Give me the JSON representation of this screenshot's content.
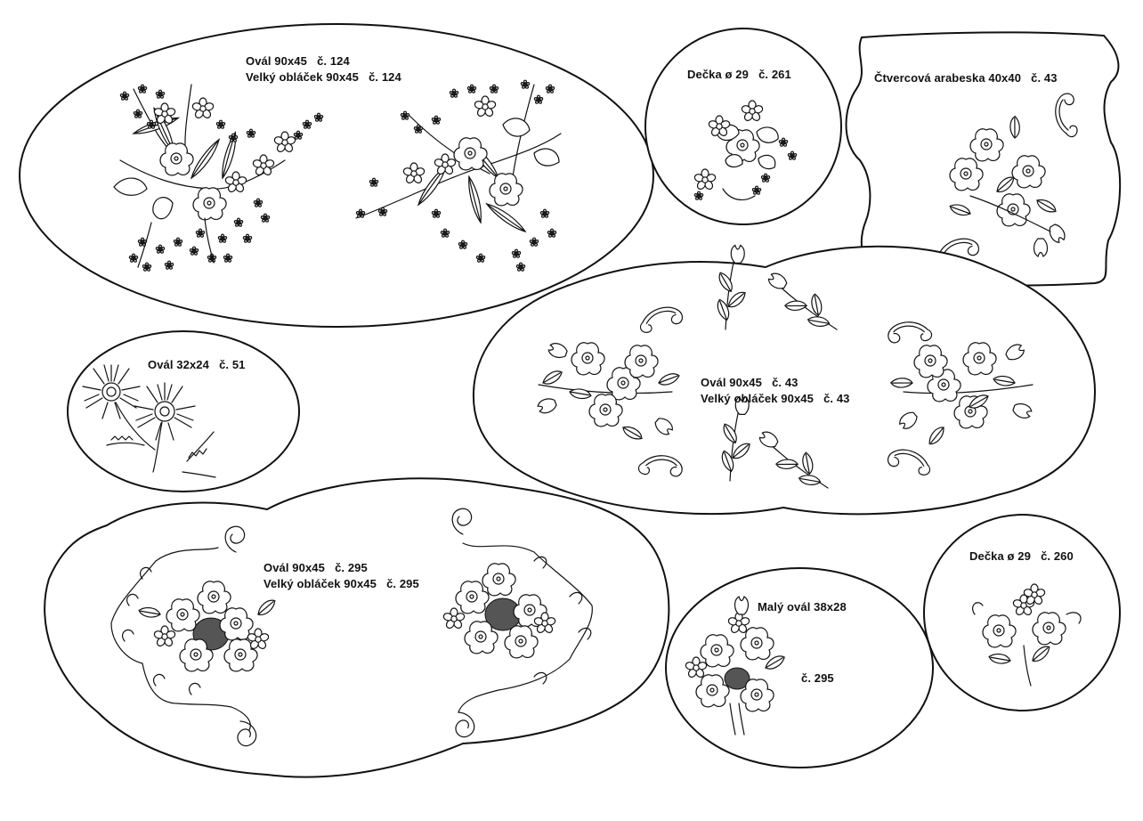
{
  "patterns": [
    {
      "id": "oval-124",
      "line1": "Ovál 90x45   č. 124",
      "line2": "Velký obláček 90x45   č. 124"
    },
    {
      "id": "decka-261",
      "line1": "Dečka ø 29   č. 261"
    },
    {
      "id": "arabeska-43",
      "line1": "Čtvercová arabeska 40x40   č. 43"
    },
    {
      "id": "oval-51",
      "line1": "Ovál 32x24   č. 51"
    },
    {
      "id": "oval-43",
      "line1": "Ovál 90x45   č. 43",
      "line2": "Velký obláček 90x45   č. 43"
    },
    {
      "id": "oval-295",
      "line1": "Ovál 90x45   č. 295",
      "line2": "Velký obláček 90x45   č. 295"
    },
    {
      "id": "maly-oval-295",
      "line1": "Malý ovál 38x28",
      "line2": "č. 295"
    },
    {
      "id": "decka-260",
      "line1": "Dečka ø 29   č. 260"
    }
  ],
  "icons": [
    "flower-spray-icon",
    "sunflower-icon",
    "arabesque-scroll-icon",
    "bouquet-icon",
    "cornflower-icon"
  ]
}
